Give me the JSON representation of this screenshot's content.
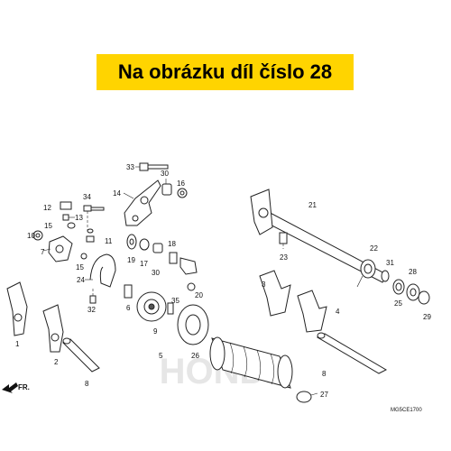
{
  "banner": {
    "text": "Na obrázku díl číslo 28",
    "color": "#ffd400"
  },
  "diagram_code": "MG5CE1700",
  "direction": {
    "label": "FR."
  },
  "watermark": {
    "text": "HONDA"
  },
  "callouts": [
    "1",
    "2",
    "3",
    "4",
    "5",
    "6",
    "7",
    "8",
    "8",
    "9",
    "10",
    "11",
    "12",
    "13",
    "14",
    "15",
    "15",
    "16",
    "17",
    "18",
    "19",
    "20",
    "21",
    "22",
    "23",
    "24",
    "25",
    "26",
    "27",
    "28",
    "29",
    "30",
    "30",
    "31",
    "32",
    "33",
    "34",
    "35"
  ]
}
